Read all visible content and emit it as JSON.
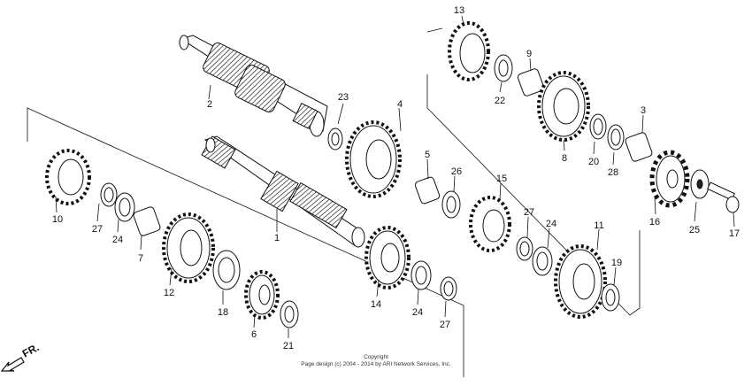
{
  "callouts": {
    "p1": "1",
    "p2": "2",
    "p3": "3",
    "p4": "4",
    "p5": "5",
    "p6": "6",
    "p7": "7",
    "p8": "8",
    "p9": "9",
    "p10": "10",
    "p11": "11",
    "p12": "12",
    "p13": "13",
    "p14": "14",
    "p15": "15",
    "p16": "16",
    "p17": "17",
    "p18": "18",
    "p19": "19",
    "p20": "20",
    "p21": "21",
    "p22": "22",
    "p23": "23",
    "p24a": "24",
    "p24b": "24",
    "p24c": "24",
    "p25": "25",
    "p26": "26",
    "p27a": "27",
    "p27b": "27",
    "p27c": "27",
    "p28": "28"
  },
  "direction_label": "FR.",
  "copyright": {
    "line1": "Copyright",
    "line2": "Page design (c) 2004 - 2014 by ARI Network Services, Inc."
  }
}
